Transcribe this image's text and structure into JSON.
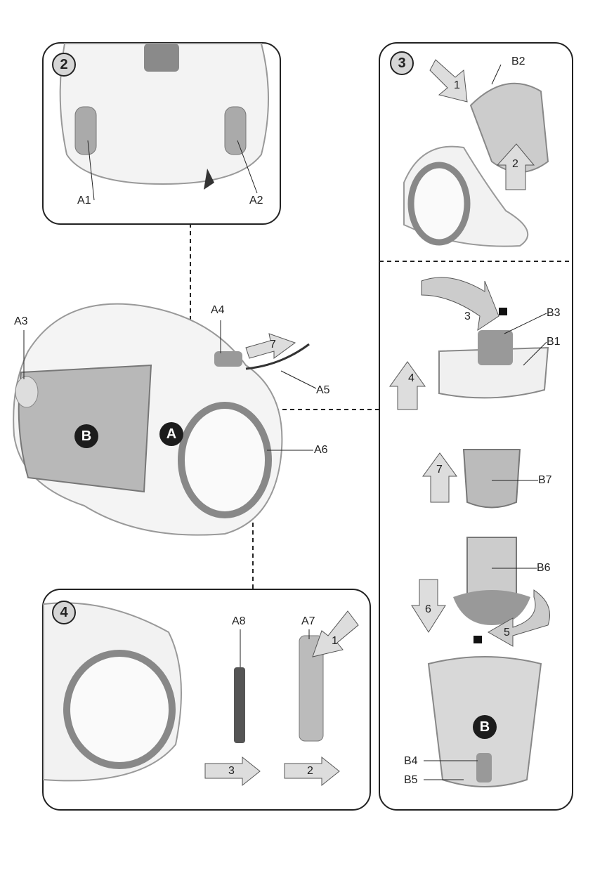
{
  "panels": {
    "panel_2": {
      "number": "2",
      "labels": {
        "a1": "A1",
        "a2": "A2"
      }
    },
    "panel_3": {
      "number": "3",
      "labels": {
        "b2": "B2",
        "b3": "B3",
        "b1": "B1",
        "b7": "B7",
        "b6": "B6",
        "b4": "B4",
        "b5": "B5",
        "b": "B"
      },
      "steps": {
        "s1": "1",
        "s2": "2",
        "s3": "3",
        "s4": "4",
        "s5": "5",
        "s6": "6",
        "s7": "7"
      }
    },
    "panel_4": {
      "number": "4",
      "labels": {
        "a8": "A8",
        "a7": "A7"
      },
      "steps": {
        "s1": "1",
        "s2": "2",
        "s3": "3"
      }
    }
  },
  "main": {
    "labels": {
      "a3": "A3",
      "a4": "A4",
      "a5": "A5",
      "a6": "A6",
      "a": "A",
      "b": "B"
    },
    "steps": {
      "s7": "7"
    }
  },
  "colors": {
    "outline": "#222222",
    "part_gray": "#9a9a9a",
    "body_light": "#f2f2f2"
  }
}
